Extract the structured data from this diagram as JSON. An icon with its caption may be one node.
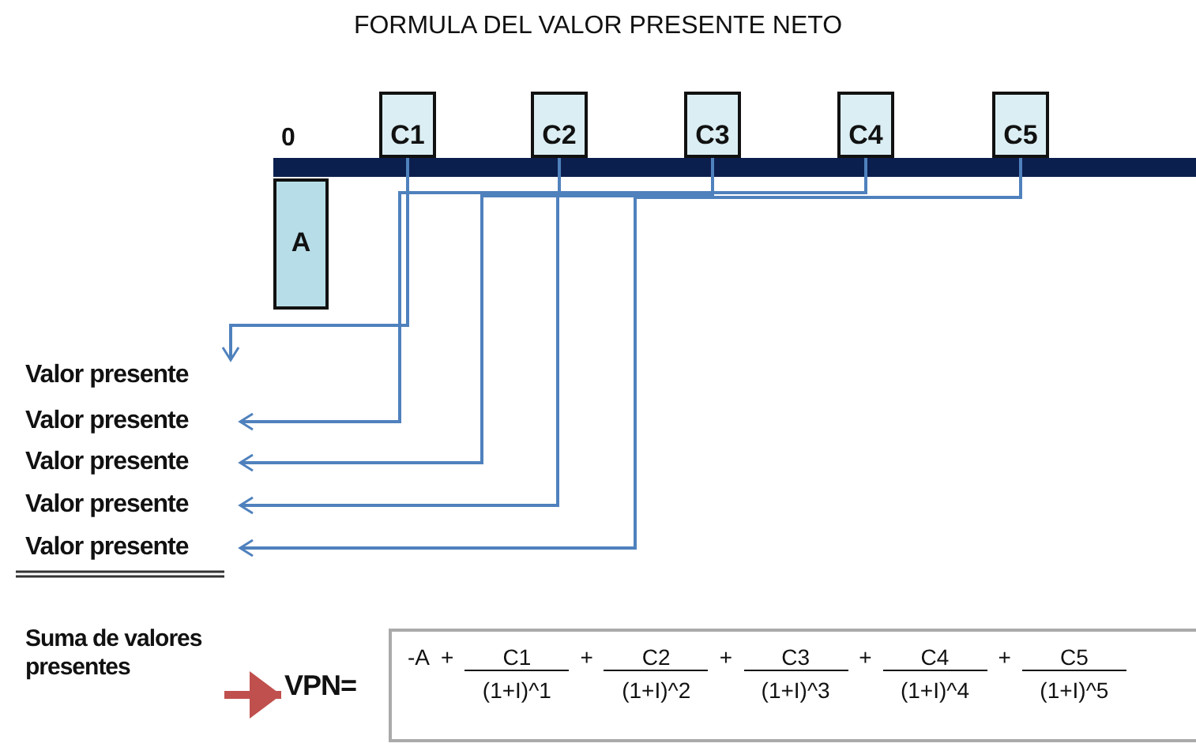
{
  "diagram": {
    "title": "FORMULA DEL VALOR PRESENTE NETO",
    "nodes": [
      {
        "text": [
          "A"
        ]
      },
      {
        "text": [
          "C1"
        ]
      },
      {
        "text": [
          "C2"
        ]
      },
      {
        "text": [
          "C3"
        ]
      },
      {
        "text": [
          "C4"
        ]
      },
      {
        "text": [
          "C5"
        ]
      },
      {
        "text": [
          "Valor presente"
        ]
      },
      {
        "text": [
          "Valor presente"
        ]
      },
      {
        "text": [
          "Valor presente"
        ]
      },
      {
        "text": [
          "Valor presente"
        ]
      },
      {
        "text": [
          "Valor presente"
        ]
      },
      {
        "text": [
          "Suma de valores presentes"
        ]
      },
      {
        "text": [
          "VPN="
        ]
      },
      {
        "text": [
          "-A",
          "+",
          "C1",
          "(1+I)^1",
          "+",
          "C2",
          "(1+I)^2",
          "+",
          "C3",
          "(1+I)^3",
          "+",
          "C4",
          "(1+I)^4",
          "+",
          "C5",
          "(1+I)^5"
        ]
      }
    ],
    "edges": [
      {
        "from": 1,
        "to": 6,
        "arrow": "to"
      },
      {
        "from": 2,
        "to": 7,
        "arrow": "to"
      },
      {
        "from": 3,
        "to": 8,
        "arrow": "to"
      },
      {
        "from": 4,
        "to": 9,
        "arrow": "to"
      },
      {
        "from": 5,
        "to": 10,
        "arrow": "to"
      },
      {
        "from": 11,
        "to": 12,
        "arrow": "to",
        "style": "thick",
        "color": "#c0504d"
      }
    ],
    "labels": [
      "0"
    ]
  }
}
